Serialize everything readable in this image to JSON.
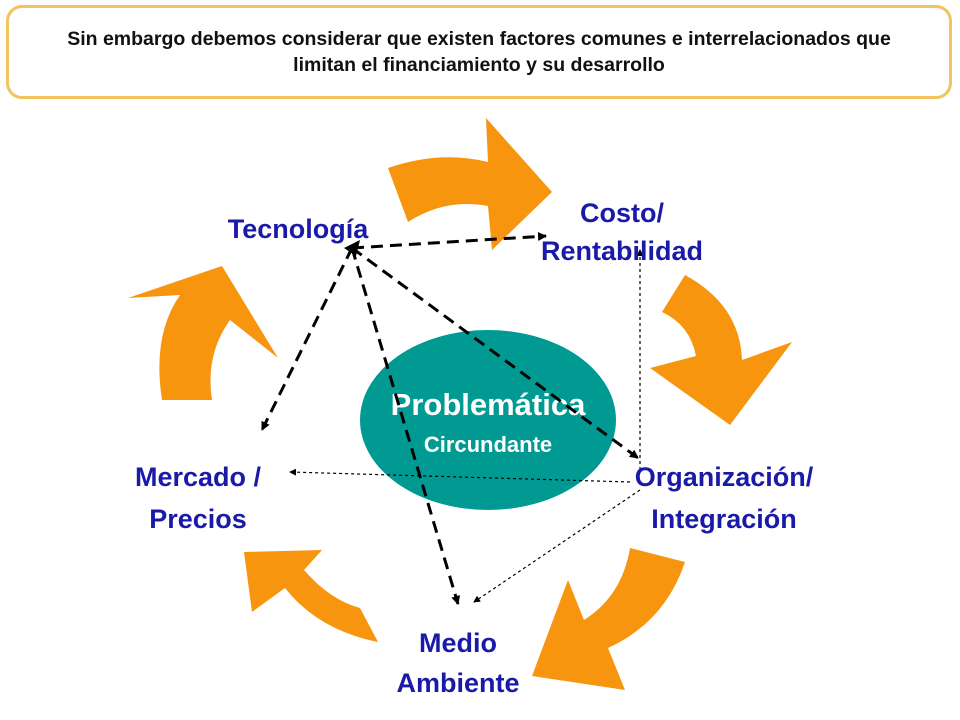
{
  "banner": {
    "text": "Sin embargo debemos considerar que existen factores comunes e interrelacionados que limitan el financiamiento y su desarrollo"
  },
  "center": {
    "title": "Problemática",
    "subtitle": "Circundante"
  },
  "nodes": {
    "tecnologia": {
      "line1": "Tecnología"
    },
    "costo": {
      "line1": "Costo/",
      "line2": "Rentabilidad"
    },
    "organizacion": {
      "line1": "Organización/",
      "line2": "Integración"
    },
    "medio": {
      "line1": "Medio",
      "line2": "Ambiente"
    },
    "mercado": {
      "line1": "Mercado /",
      "line2": "Precios"
    }
  },
  "colors": {
    "arrow": "#f7950f",
    "center": "#009a92",
    "label": "#1a1aa8",
    "banner_border": "#f3c35e"
  }
}
